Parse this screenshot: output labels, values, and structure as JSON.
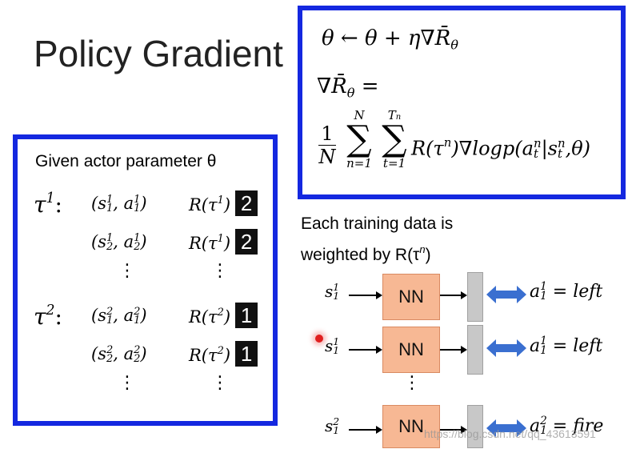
{
  "title": "Policy Gradient",
  "update": {
    "line1": "θ ← θ + η∇R̄",
    "theta_sub": "θ",
    "grad_lhs": "∇R̄",
    "grad_rhs": "=",
    "frac_num": "1",
    "frac_den": "N",
    "sum1_top": "N",
    "sum1_bot": "n=1",
    "sum2_top": "T",
    "sum2_top_sub": "n",
    "sum2_bot": "t=1",
    "body": "R(τ",
    "body_sup": "n",
    "body_rest": ")∇logp(a",
    "body_end": ",θ)"
  },
  "left": {
    "heading": "Given actor parameter θ",
    "tau1": "τ",
    "tau1_sup": "1",
    "tau2": "τ",
    "tau2_sup": "2",
    "colon": ":",
    "rows": [
      {
        "pair": "(s,a)",
        "r": "R(τ",
        "rsup": "1",
        "badge": "2"
      },
      {
        "pair": "(s,a)",
        "r": "R(τ",
        "rsup": "1",
        "badge": "2"
      },
      {
        "pair": "(s,a)",
        "r": "R(τ",
        "rsup": "2",
        "badge": "1"
      },
      {
        "pair": "(s,a)",
        "r": "R(τ",
        "rsup": "2",
        "badge": "1"
      }
    ],
    "vdots": "⋮"
  },
  "right": {
    "caption_line1": "Each training data is",
    "caption_line2": "weighted by R(τ",
    "caption_sup": "n",
    "caption_end": ")",
    "nn_label": "NN",
    "flows": [
      {
        "input": "s",
        "in_sub": "1",
        "in_sup": "1",
        "out": "a",
        "out_sub": "1",
        "out_sup": "1",
        "action": "= left"
      },
      {
        "input": "s",
        "in_sub": "1",
        "in_sup": "1",
        "out": "a",
        "out_sub": "1",
        "out_sup": "1",
        "action": "= left"
      },
      {
        "input": "s",
        "in_sub": "1",
        "in_sup": "2",
        "out": "a",
        "out_sub": "1",
        "out_sup": "2",
        "action": "= fire"
      }
    ],
    "vdots": "⋮"
  },
  "watermark": "https://blog.csdn.net/qq_43613591",
  "colors": {
    "box_border": "#1428e0",
    "nn_fill": "#f7b894",
    "arrow_blue": "#3a6fd0",
    "badge_bg": "#111111",
    "pointer_red": "#e02020"
  }
}
